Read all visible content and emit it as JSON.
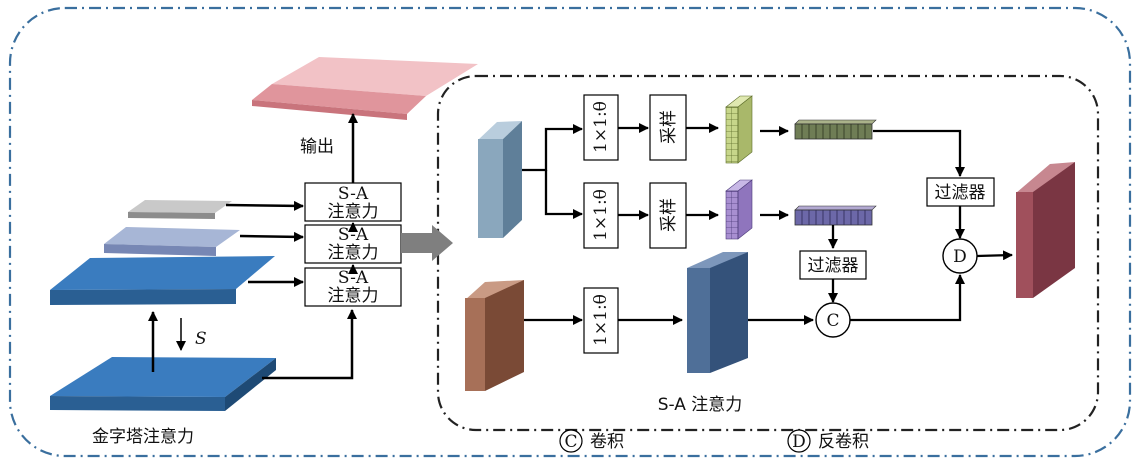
{
  "pyramid": {
    "caption": "金字塔注意力",
    "output_label": "输出",
    "scale_symbol": "S",
    "sa_box_line1": "S-A",
    "sa_box_line2": "注意力"
  },
  "module": {
    "conv_label": "1×1:θ",
    "sample_label": "采样",
    "filter_label": "过滤器",
    "concat_symbol": "C",
    "deconv_symbol": "D",
    "caption": "S-A 注意力"
  },
  "legend": {
    "conv_symbol": "C",
    "conv_text": "卷积",
    "deconv_symbol": "D",
    "deconv_text": "反卷积"
  },
  "colors": {
    "outer_border": "#3a6f9e",
    "pink_plane": "#e0959c",
    "blue_plane": "#2f6fa8",
    "steel_cube": "#8aa7bd",
    "brown_cube": "#a77058",
    "navy_cube": "#4f6f98",
    "red_cube": "#a0505c",
    "green_grid": "#c7d68a",
    "purple_grid": "#a88fd1"
  }
}
